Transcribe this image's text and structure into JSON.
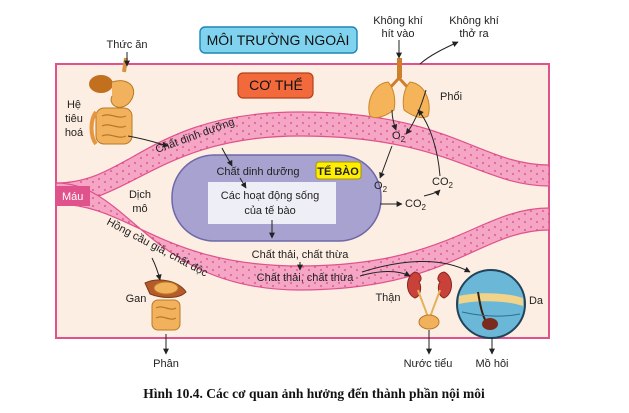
{
  "labels": {
    "outer_environment": "MÔI TRƯỜNG NGOÀI",
    "body": "CƠ THỂ",
    "cell": "TẾ BÀO",
    "food": "Thức ăn",
    "digestive_line1": "Hệ",
    "digestive_line2": "tiêu",
    "digestive_line3": "hoá",
    "air_in_line1": "Không khí",
    "air_in_line2": "hít vào",
    "air_out_line1": "Không khí",
    "air_out_line2": "thở ra",
    "lungs": "Phổi",
    "nutrients_vessel": "Chất dinh dưỡng",
    "nutrients_cell": "Chất dinh dưỡng",
    "o2_top": "O",
    "o2_cell": "O",
    "co2_right": "CO",
    "co2_cell": "CO",
    "sub2": "2",
    "blood": "Máu",
    "tissue_fluid_line1": "Dịch",
    "tissue_fluid_line2": "mô",
    "life_activities_line1": "Các hoạt động sống",
    "life_activities_line2": "của tế bào",
    "waste_cell": "Chất thải, chất thừa",
    "waste_vessel": "Chất thải, chất thừa",
    "old_rbc": "Hồng cầu già, chất độc",
    "liver": "Gan",
    "kidney": "Thận",
    "skin": "Da",
    "feces": "Phân",
    "urine": "Nước tiểu",
    "sweat": "Mồ hôi"
  },
  "caption": "Hình 10.4. Các cơ quan ảnh hưởng đến thành phần nội môi",
  "colors": {
    "outer_box": "#7fd3ef",
    "body_box": "#f26a3c",
    "cell_tag": "#ffee00",
    "body_bg": "#fdeee3",
    "body_border": "#e0528c",
    "vessel": "#f4a6c4",
    "vessel_dots": "#d6337a",
    "cell_fill": "#a7a2d0",
    "cell_inner": "#eeeef7",
    "lungs": "#f5b45a",
    "digestive": "#f2b15d"
  }
}
